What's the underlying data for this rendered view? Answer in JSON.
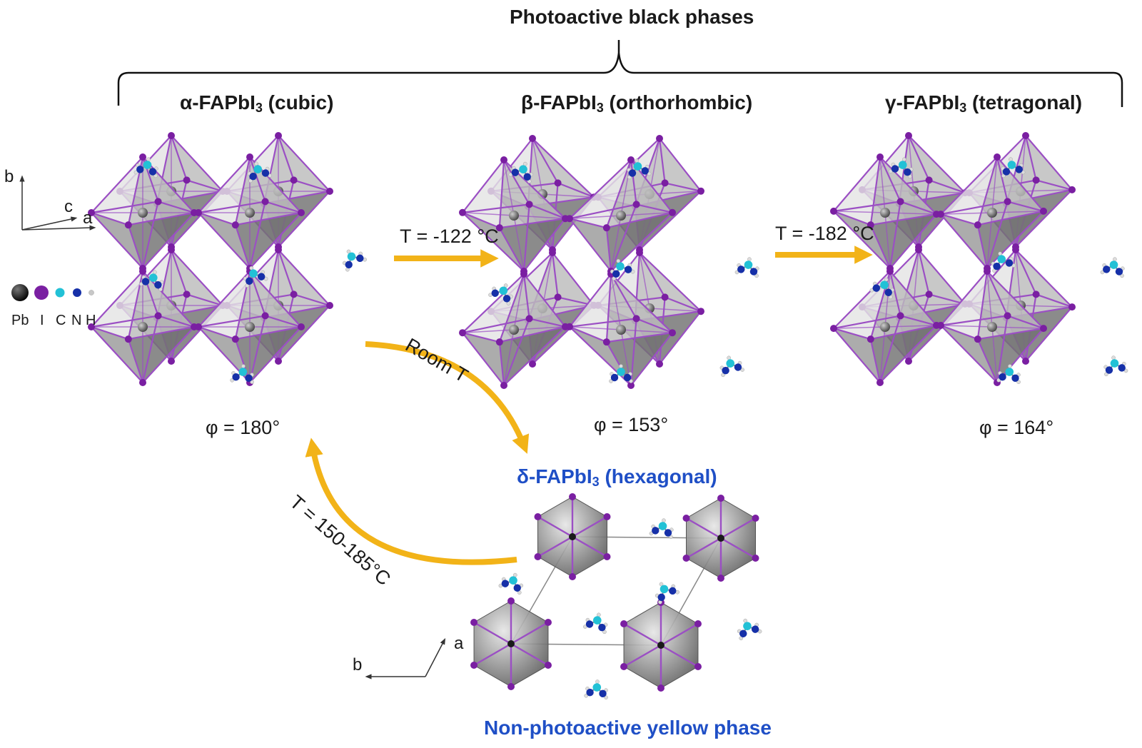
{
  "header": {
    "group_title": "Photoactive black phases"
  },
  "phases": {
    "alpha": {
      "prefix": "α-FAPbI",
      "sub": "3",
      "suffix": " (cubic)",
      "angle": "φ = 180°"
    },
    "beta": {
      "prefix": "β-FAPbI",
      "sub": "3",
      "suffix": " (orthorhombic)",
      "angle": "φ = 153°"
    },
    "gamma": {
      "prefix": "γ-FAPbI",
      "sub": "3",
      "suffix": " (tetragonal)",
      "angle": "φ = 164°"
    },
    "delta": {
      "prefix": "δ-FAPbI",
      "sub": "3",
      "suffix": " (hexagonal)"
    }
  },
  "transitions": {
    "alpha_to_beta": "T = -122 °C",
    "beta_to_gamma": "T = -182 °C",
    "alpha_to_delta": "Room T",
    "delta_to_alpha": "T = 150-185°C"
  },
  "axes": {
    "top": {
      "b": "b",
      "c": "c",
      "a": "a"
    },
    "bottom": {
      "a": "a",
      "b": "b"
    }
  },
  "legend": {
    "Pb": "Pb",
    "I": "I",
    "C": "C",
    "N": "N",
    "H": "H"
  },
  "footer": {
    "yellow_phase": "Non-photoactive yellow phase"
  },
  "colors": {
    "arrow": "#f2b318",
    "iodine": "#7a1fa2",
    "bond": "#9b4fc4",
    "carbon": "#22c1d6",
    "nitrogen": "#1630a8",
    "lead": "#111111",
    "blue_text": "#1f4fc6"
  }
}
